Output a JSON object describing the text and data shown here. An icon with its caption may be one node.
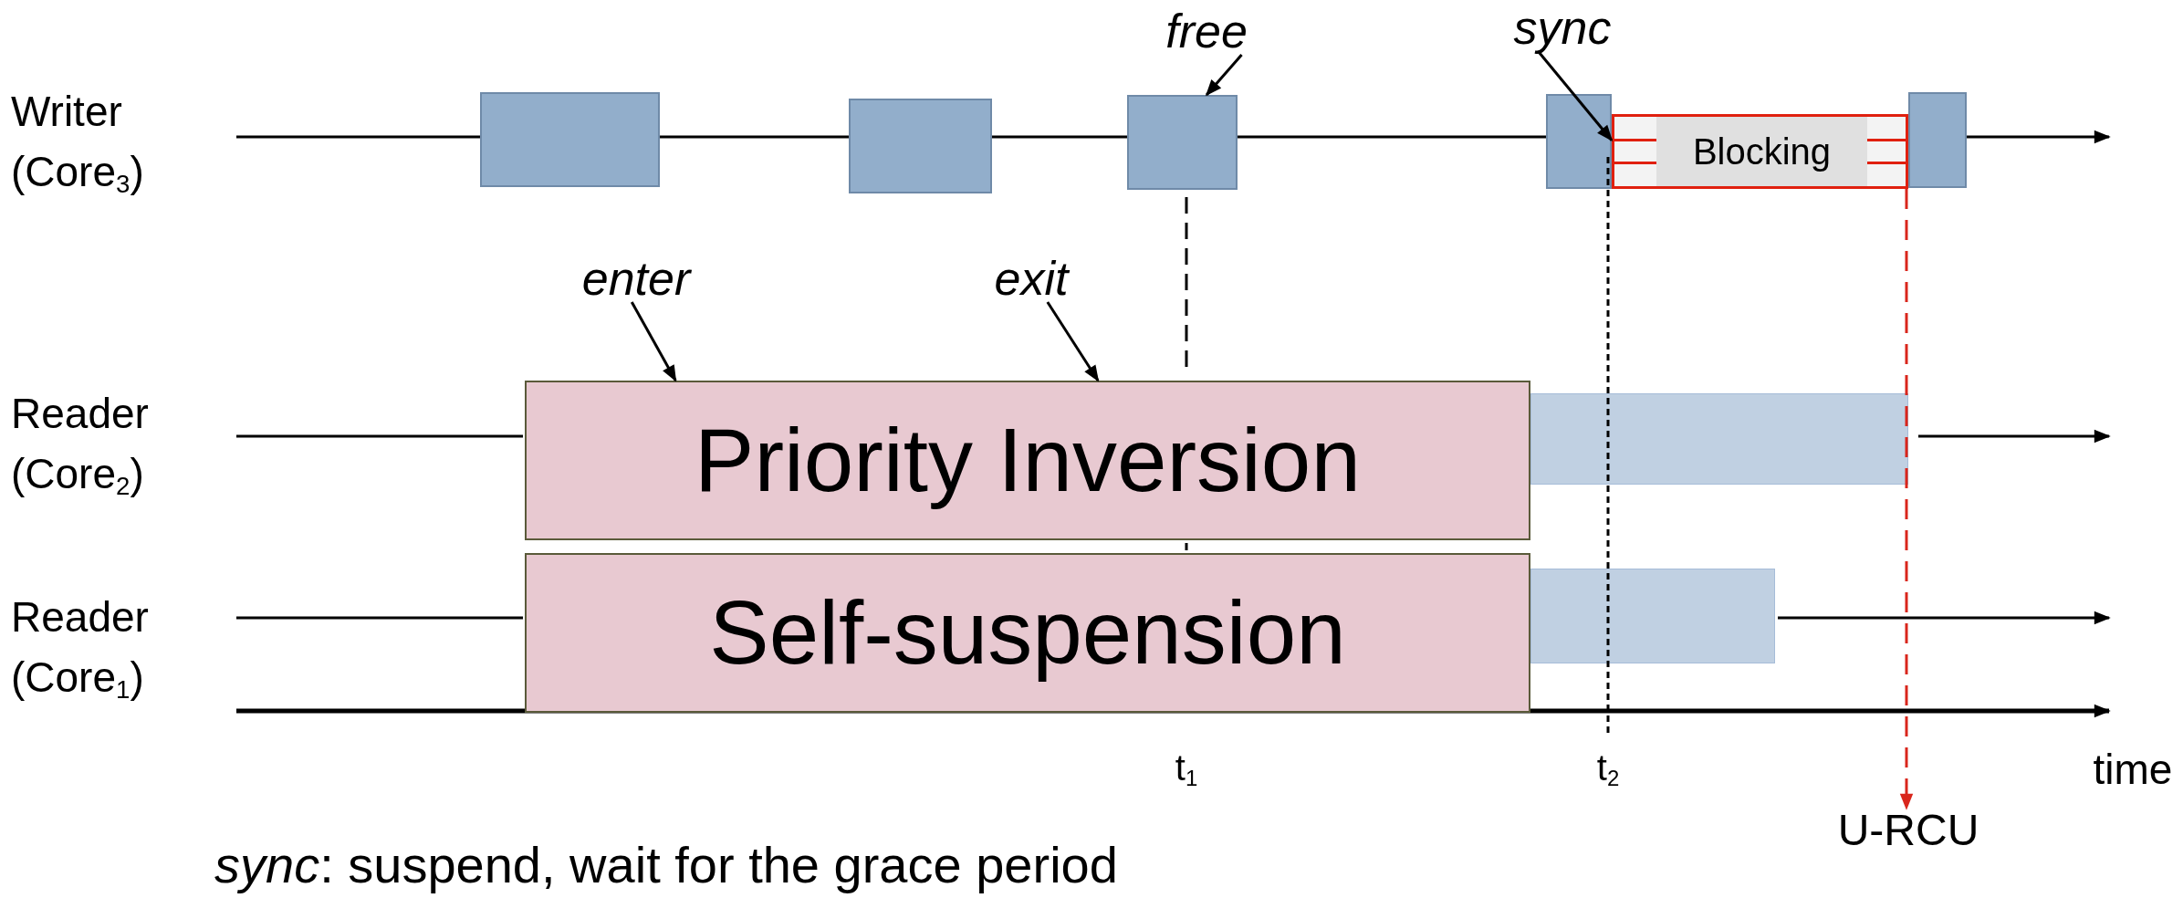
{
  "diagram": {
    "caption": "*sync*: suspend, wait for the grace period",
    "nodes": [
      {
        "text": [
          "free"
        ]
      },
      {
        "text": [
          "sync"
        ]
      },
      {
        "text": [],
        "shape": "box"
      },
      {
        "text": [],
        "shape": "box"
      },
      {
        "text": [],
        "shape": "box"
      },
      {
        "text": [],
        "shape": "box"
      },
      {
        "text": [
          "Blocking"
        ]
      },
      {
        "text": [],
        "shape": "box"
      },
      {
        "text": [
          "enter"
        ]
      },
      {
        "text": [
          "exit"
        ]
      },
      {
        "text": [
          "Priority Inversion"
        ]
      },
      {
        "text": [],
        "shape": "bar"
      },
      {
        "text": [
          "Self-suspension"
        ]
      },
      {
        "text": [],
        "shape": "bar"
      },
      {
        "text": [
          "U-RCU"
        ]
      }
    ],
    "edges": [
      {
        "from": 0,
        "to": 4,
        "arrow": "to"
      },
      {
        "from": 1,
        "to": 6,
        "arrow": "to"
      },
      {
        "from": 8,
        "to": 10,
        "arrow": "to"
      },
      {
        "from": 9,
        "to": 10,
        "arrow": "to"
      },
      {
        "from": 6,
        "to": 14,
        "arrow": "to",
        "style": "dashed",
        "color": "#d9261c"
      }
    ],
    "labels": [
      "Writer (Core$_{3}$)",
      "Reader (Core$_{2}$)",
      "Reader (Core$_{1}$)",
      "t$_{1}$",
      "t$_{2}$",
      "time"
    ]
  }
}
